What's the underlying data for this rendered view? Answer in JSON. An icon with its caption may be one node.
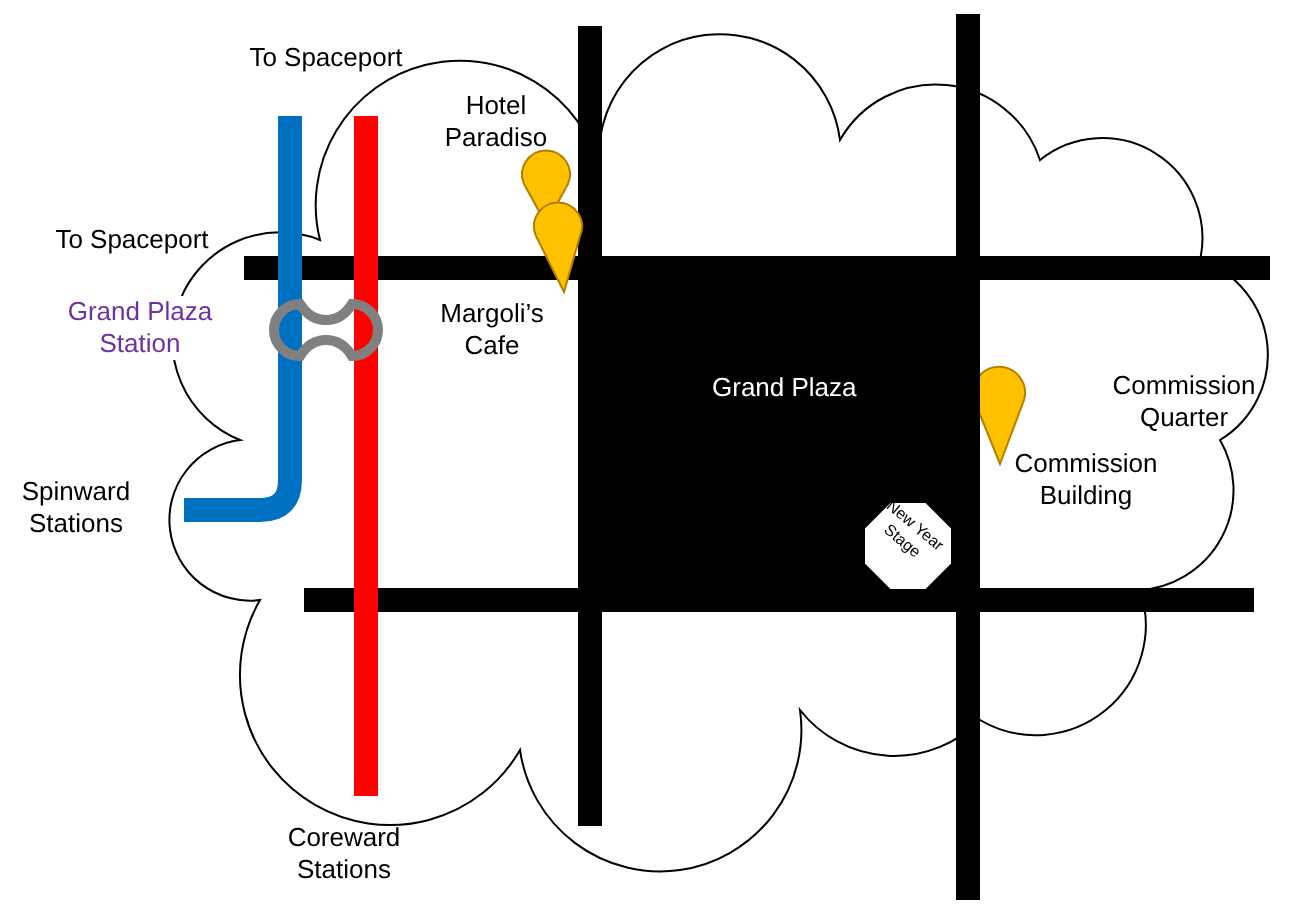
{
  "diagram": {
    "nodes": [
      {
        "text": [
          "Grand Plaza"
        ]
      },
      {
        "text": [
          "New Year Stage"
        ],
        "in": 0
      }
    ],
    "edges": [],
    "labels": [
      "To Spaceport",
      "Hotel Paradiso",
      "To Spaceport",
      "Grand Plaza Station",
      "Margoli’s Cafe",
      "Commission Quarter",
      "Commission Building",
      "Spinward Stations",
      "Coreward Stations"
    ]
  }
}
